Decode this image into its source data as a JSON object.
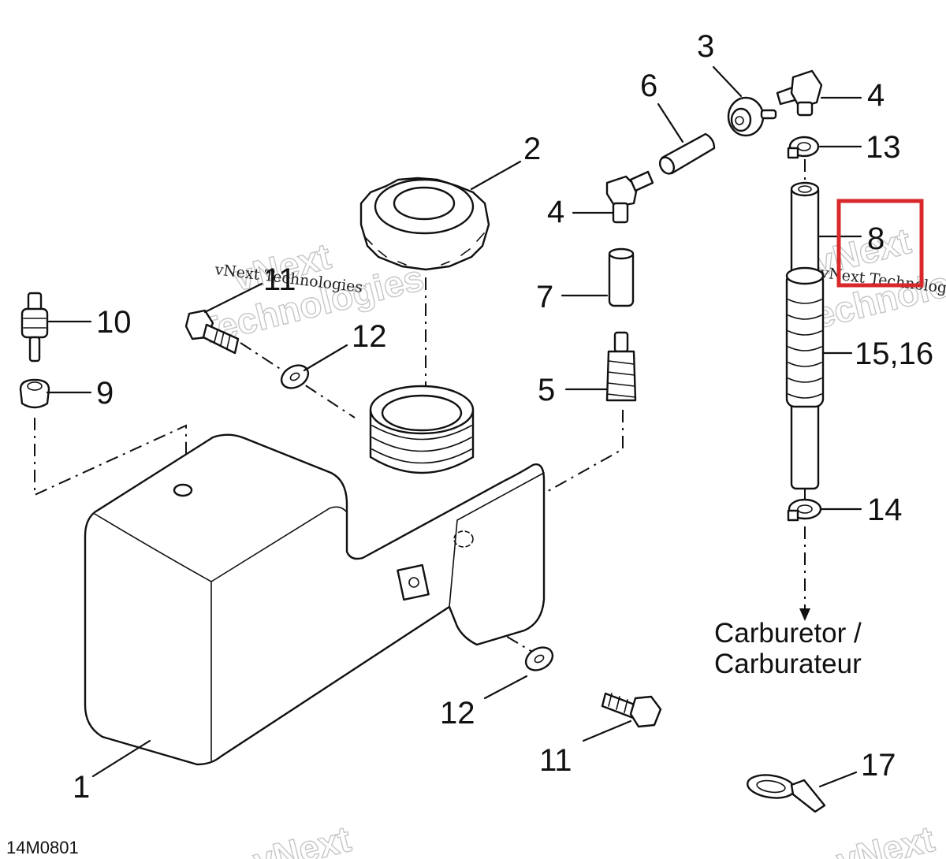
{
  "callouts": {
    "c1": "1",
    "c2": "2",
    "c3": "3",
    "c4a": "4",
    "c4b": "4",
    "c5": "5",
    "c6": "6",
    "c7": "7",
    "c8": "8",
    "c9": "9",
    "c10": "10",
    "c11a": "11",
    "c11b": "11",
    "c12a": "12",
    "c12b": "12",
    "c13": "13",
    "c14": "14",
    "c1516": "15,16",
    "c17": "17"
  },
  "caption": {
    "line1": "Carburetor /",
    "line2": "Carburateur"
  },
  "figure_code": "14M0801",
  "watermark": {
    "small": "vNext Technologies",
    "big_line1": "vNext",
    "big_line2": "Technologies"
  },
  "highlight": {
    "target": "8",
    "color": "#d8282a"
  }
}
